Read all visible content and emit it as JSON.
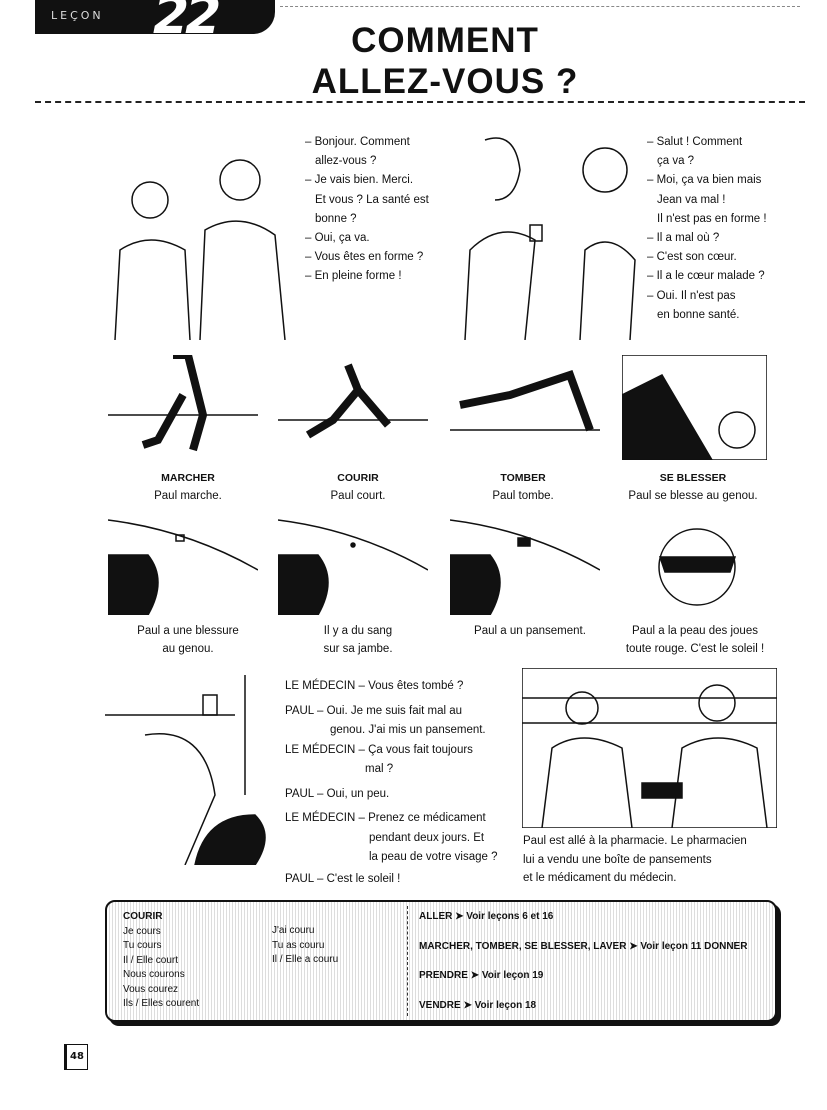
{
  "header": {
    "lesson_label": "LEÇON",
    "lesson_number": "22",
    "title_line1": "COMMENT",
    "title_line2": "ALLEZ-VOUS ?"
  },
  "dialog1": [
    "– Bonjour. Comment",
    "allez-vous ?",
    "– Je vais bien. Merci.",
    "Et vous ? La santé est",
    "bonne ?",
    "– Oui, ça va.",
    "– Vous êtes en forme ?",
    "– En pleine forme !"
  ],
  "dialog2": [
    "– Salut ! Comment",
    "ça va ?",
    "– Moi, ça va bien mais",
    "Jean va mal !",
    "Il n'est pas en forme !",
    "– Il a mal où ?",
    "– C'est son cœur.",
    "– Il a le cœur malade ?",
    "– Oui. Il n'est pas",
    "en bonne santé."
  ],
  "verbs": [
    {
      "verb": "MARCHER",
      "sentence": "Paul marche."
    },
    {
      "verb": "COURIR",
      "sentence": "Paul court."
    },
    {
      "verb": "TOMBER",
      "sentence": "Paul tombe."
    },
    {
      "verb": "SE BLESSER",
      "sentence": "Paul se blesse au genou."
    }
  ],
  "captions": [
    [
      "Paul a une blessure",
      "au genou."
    ],
    [
      "Il y a du sang",
      "sur sa jambe."
    ],
    [
      "Paul a un pansement."
    ],
    [
      "Paul a la peau des joues",
      "toute rouge. C'est le soleil !"
    ]
  ],
  "doctor_dialog": [
    {
      "speaker": "LE MÉDECIN",
      "lines": [
        "Vous êtes tombé ?"
      ]
    },
    {
      "speaker": "PAUL",
      "lines": [
        "Oui. Je me suis fait mal au",
        "genou. J'ai mis un pansement."
      ]
    },
    {
      "speaker": "LE MÉDECIN",
      "lines": [
        "Ça vous fait toujours",
        "mal ?"
      ]
    },
    {
      "speaker": "PAUL",
      "lines": [
        "Oui, un peu."
      ]
    },
    {
      "speaker": "LE MÉDECIN",
      "lines": [
        "Prenez ce médicament",
        "pendant deux jours. Et",
        "la peau de votre visage ?"
      ]
    },
    {
      "speaker": "PAUL",
      "lines": [
        "C'est le soleil !"
      ]
    }
  ],
  "pharmacy_caption": [
    "Paul est allé à la pharmacie. Le pharmacien",
    "lui a vendu une boîte de pansements",
    "et le médicament du médecin."
  ],
  "grammar_box": {
    "present": [
      "COURIR",
      "Je cours",
      "Tu cours",
      "Il / Elle court",
      "Nous courons",
      "Vous courez",
      "Ils / Elles courent"
    ],
    "past": [
      "J'ai couru",
      "Tu as couru",
      "Il / Elle a couru"
    ],
    "refs": [
      "ALLER ➤ Voir leçons 6 et 16",
      "MARCHER, TOMBER, SE BLESSER, LAVER ➤ Voir leçon 11 DONNER",
      "PRENDRE ➤ Voir leçon 19",
      "VENDRE ➤ Voir leçon 18"
    ]
  },
  "page_number": "48"
}
